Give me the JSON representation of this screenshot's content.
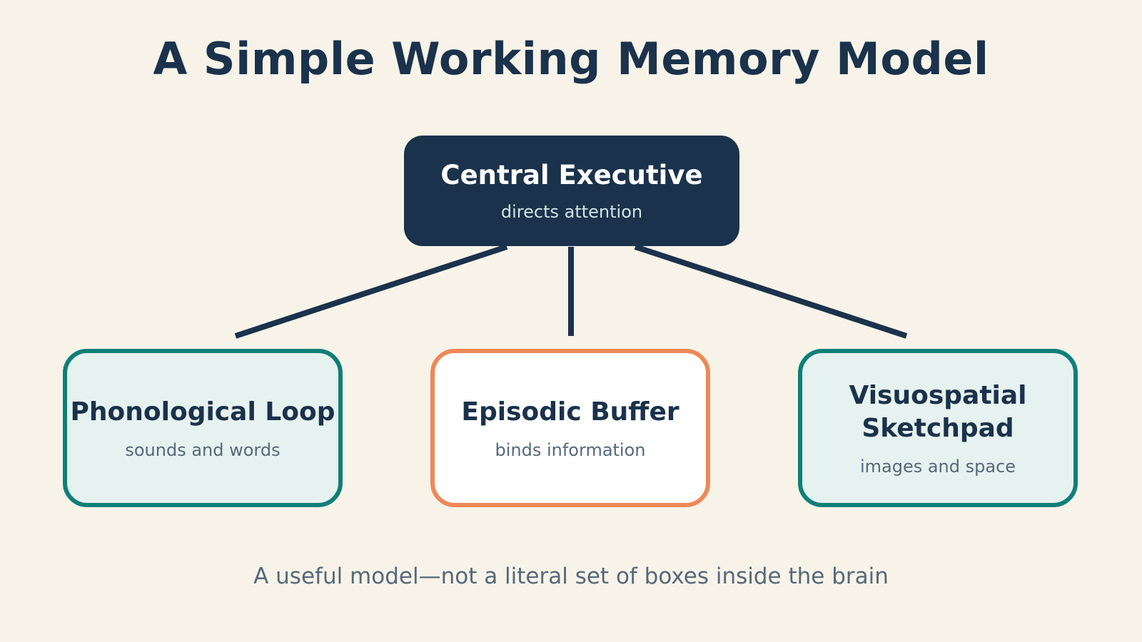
{
  "title": "A Simple Working Memory Model",
  "top_node": {
    "title": "Central Executive",
    "subtitle": "directs attention"
  },
  "bottom_nodes": [
    {
      "title_line1": "Phonological Loop",
      "title_line2": "",
      "subtitle": "sounds and words"
    },
    {
      "title_line1": "Episodic Buffer",
      "title_line2": "",
      "subtitle": "binds information"
    },
    {
      "title_line1": "Visuospatial",
      "title_line2": "Sketchpad",
      "subtitle": "images and space"
    }
  ],
  "caption": "A useful model—not a literal set of boxes inside the brain",
  "colors": {
    "background": "#f7f3e8",
    "navy": "#1a324b",
    "teal": "#0e7f77",
    "orange": "#ee8857",
    "light_teal_fill": "#e6f2ef",
    "muted_text": "#56687a"
  }
}
